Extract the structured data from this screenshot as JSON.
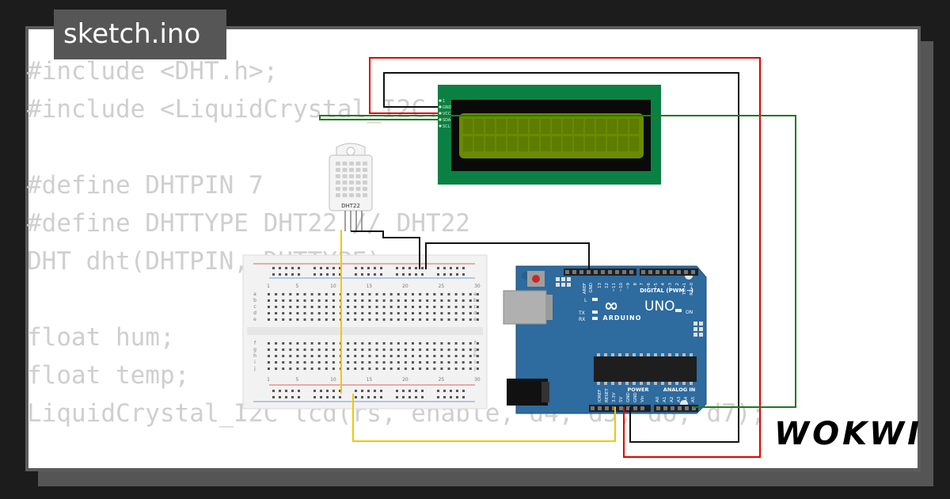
{
  "window": {
    "tab_title": "sketch.ino"
  },
  "code_lines": [
    "#include <DHT.h>;",
    "#include <LiquidCrystal_I2C.h>",
    "",
    "#define DHTPIN 7",
    "#define DHTTYPE DHT22 // DHT22",
    "DHT dht(DHTPIN, DHTTYPE);",
    "",
    "float hum;",
    "float temp;",
    "LiquidCrystal_I2C lcd(rs, enable, d4, d5, d6, d7);"
  ],
  "sensor": {
    "label": "DHT22"
  },
  "lcd": {
    "pins": [
      "1",
      "GND",
      "VCC",
      "SDA",
      "SCL"
    ]
  },
  "arduino": {
    "model": "UNO",
    "brand": "ARDUINO",
    "digital_label": "DIGITAL (PWM ~)",
    "power_label": "POWER",
    "analog_label": "ANALOG IN",
    "on_label": "ON",
    "tx_label": "TX",
    "rx_label": "RX",
    "l_label": "L",
    "aref_label": "AREF",
    "gnd_label": "GND",
    "digital_pins": [
      "13",
      "12",
      "~11",
      "~10",
      "~9",
      "8",
      "7",
      "~6",
      "~5",
      "4",
      "~3",
      "2",
      "TX→1",
      "RX←0"
    ],
    "power_pins": [
      "IOREF",
      "RESET",
      "3.3V",
      "5V",
      "GND",
      "GND",
      "Vin"
    ],
    "analog_pins": [
      "A0",
      "A1",
      "A2",
      "A3",
      "A4",
      "A5"
    ]
  },
  "breadboard": {
    "col_numbers": [
      "1",
      "5",
      "10",
      "15",
      "20",
      "25",
      "30"
    ],
    "row_letters_top": [
      "a",
      "b",
      "c",
      "d",
      "e"
    ],
    "row_letters_bottom": [
      "f",
      "g",
      "h",
      "i",
      "j"
    ]
  },
  "brand": {
    "logo": "WOKWI"
  },
  "colors": {
    "wire_red": "#e00000",
    "wire_black": "#111111",
    "wire_green": "#1e7a1e",
    "wire_yellow": "#f0c800",
    "arduino_blue": "#2e6b9e",
    "lcd_frame": "#0b8043",
    "lcd_screen": "#6a8a00"
  }
}
